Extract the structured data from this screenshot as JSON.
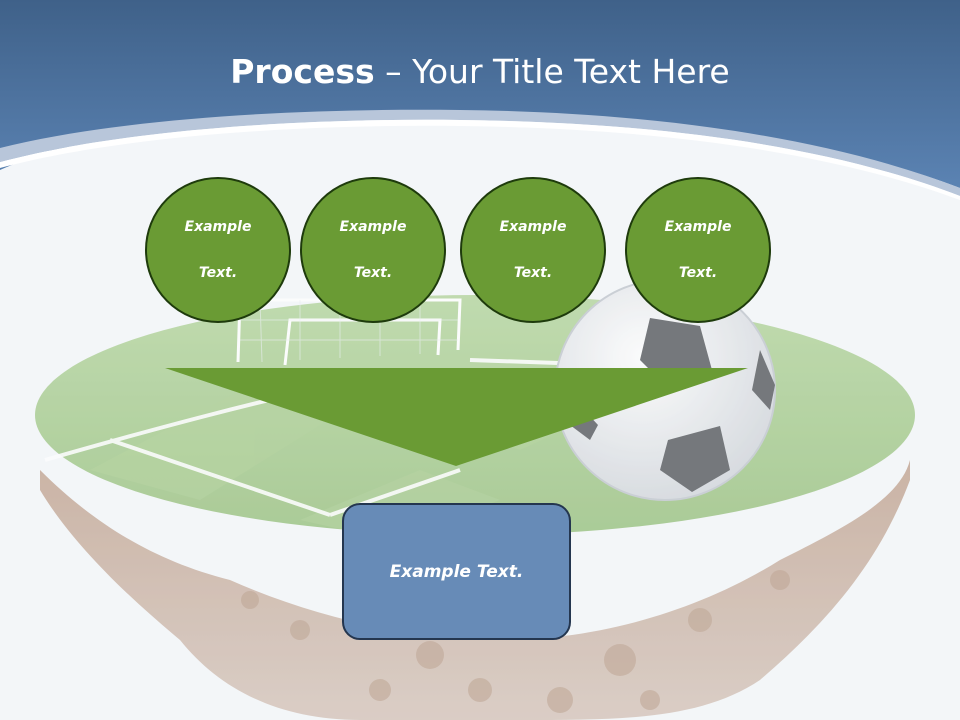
{
  "slide": {
    "title_bold": "Process",
    "title_rest": " – Your Title Text Here"
  },
  "steps": [
    {
      "line1": "Example",
      "line2": "Text."
    },
    {
      "line1": "Example",
      "line2": "Text."
    },
    {
      "line1": "Example",
      "line2": "Text."
    },
    {
      "line1": "Example",
      "line2": "Text."
    }
  ],
  "result": {
    "label": "Example Text."
  },
  "colors": {
    "header_blue": "#4a6f9a",
    "step_green": "#6a9b34",
    "result_blue": "#678bb7"
  }
}
